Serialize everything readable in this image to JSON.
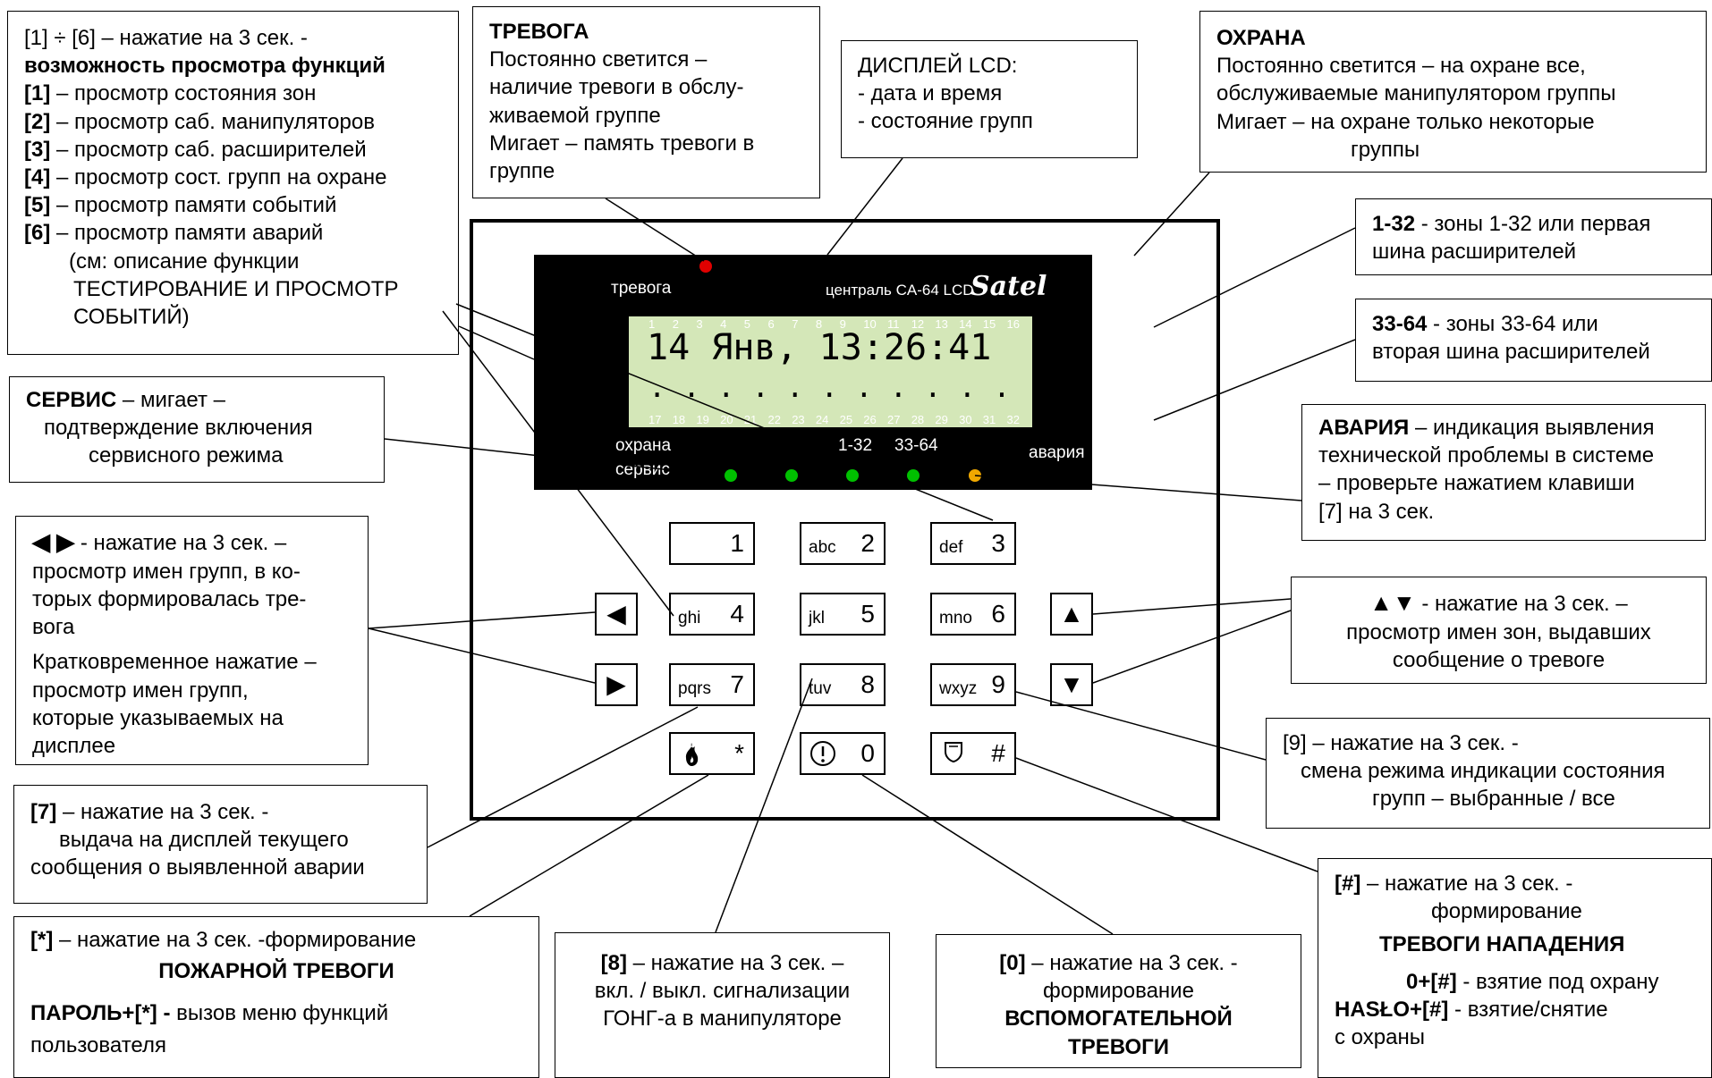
{
  "keypad": {
    "alarm_label": "тревога",
    "model_label": "централь CA-64 LCD",
    "brand": "Satel",
    "display_line1": "14 Янв, 13:26:41",
    "display_line2": ". . . . . . . . . . . . .",
    "zone_numbers_top": [
      "1",
      "2",
      "3",
      "4",
      "5",
      "6",
      "7",
      "8",
      "9",
      "10",
      "11",
      "12",
      "13",
      "14",
      "15",
      "16"
    ],
    "zone_numbers_bottom": [
      "17",
      "18",
      "19",
      "20",
      "21",
      "22",
      "23",
      "24",
      "25",
      "26",
      "27",
      "28",
      "29",
      "30",
      "31",
      "32"
    ],
    "guard_label": "охрана",
    "service_label": "сервис",
    "zones_1_32_label": "1-32",
    "zones_33_64_label": "33-64",
    "fault_label": "авария",
    "keys": [
      {
        "sub": "",
        "digit": "1"
      },
      {
        "sub": "abc",
        "digit": "2"
      },
      {
        "sub": "def",
        "digit": "3"
      },
      {
        "sub": "ghi",
        "digit": "4"
      },
      {
        "sub": "jkl",
        "digit": "5"
      },
      {
        "sub": "mno",
        "digit": "6"
      },
      {
        "sub": "pqrs",
        "digit": "7"
      },
      {
        "sub": "tuv",
        "digit": "8"
      },
      {
        "sub": "wxyz",
        "digit": "9"
      },
      {
        "sub": "",
        "digit": "*"
      },
      {
        "sub": "",
        "digit": "0"
      },
      {
        "sub": "",
        "digit": "#"
      }
    ],
    "led_colors": {
      "alarm": "#e00000",
      "green": "#00c000",
      "fault": "#f0a800"
    }
  },
  "callouts": {
    "functions": {
      "l1": "[1] ÷ [6] – нажатие на 3 сек. -",
      "l2": "возможность просмотра функций",
      "items": [
        {
          "k": "[1]",
          "t": " – просмотр состояния зон"
        },
        {
          "k": "[2]",
          "t": " – просмотр саб. манипуляторов"
        },
        {
          "k": "[3]",
          "t": " – просмотр саб. расширителей"
        },
        {
          "k": "[4]",
          "t": " – просмотр сост. групп на охране"
        },
        {
          "k": "[5]",
          "t": " – просмотр памяти событий"
        },
        {
          "k": "[6]",
          "t": " – просмотр памяти аварий"
        }
      ],
      "n1": "(см: описание функции",
      "n2": "ТЕСТИРОВАНИЕ И ПРОСМОТР",
      "n3": "СОБЫТИЙ)"
    },
    "alarm": {
      "title": "ТРЕВОГА",
      "l1": "Постоянно светится –",
      "l2": "наличие тревоги в обслу-",
      "l3": "живаемой группе",
      "l4": "Мигает – память тревоги в",
      "l5": "группе"
    },
    "display": {
      "title": "ДИСПЛЕЙ LCD:",
      "l1": "- дата и время",
      "l2": "- состояние групп"
    },
    "guard": {
      "title": "ОХРАНА",
      "l1": "Постоянно светится – на охране все,",
      "l2": "обслуживаемые манипулятором группы",
      "l3": "Мигает – на охране только некоторые",
      "l4": "группы"
    },
    "z1": {
      "k": "1-32",
      "t1": " - зоны 1-32 или первая",
      "t2": "шина расширителей"
    },
    "z2": {
      "k": "33-64",
      "t1": " - зоны 33-64 или",
      "t2": "вторая шина расширителей"
    },
    "service": {
      "k": "СЕРВИС",
      "t1": " – мигает –",
      "t2": "подтверждение включения",
      "t3": "сервисного режима"
    },
    "fault": {
      "k": "АВАРИЯ",
      "t1": " – индикация выявления",
      "t2": "технической проблемы в системе",
      "t3": "– проверьте нажатием клавиши",
      "t4": "[7] на 3 сек."
    },
    "lr": {
      "t1": " - нажатие на 3 сек. –",
      "t2": "просмотр имен групп, в ко-",
      "t3": "торых формировалась тре-",
      "t4": "вога",
      "t5": "Кратковременное нажатие –",
      "t6": "просмотр имен групп,",
      "t7": "которые   указываемых на",
      "t8": "дисплее"
    },
    "ud": {
      "t1": " - нажатие на 3 сек. –",
      "t2": "просмотр имен зон, выдавших",
      "t3": "сообщение о тревоге"
    },
    "k9": {
      "t1": "[9] – нажатие на 3 сек. -",
      "t2": "смена режима индикации состояния",
      "t3": "групп – выбранные / все"
    },
    "k7": {
      "k": "[7]",
      "t1": " – нажатие на 3 сек. -",
      "t2": "выдача на дисплей текущего",
      "t3": "сообщения о выявленной аварии"
    },
    "star": {
      "k": "[*]",
      "t1": " – нажатие на 3 сек. -формирование",
      "t2": "ПОЖАРНОЙ ТРЕВОГИ",
      "k2": "ПАРОЛЬ+[*] -",
      "t3": "  вызов меню функций",
      "t4": "пользователя"
    },
    "k8": {
      "k": "[8]",
      "t1": " – нажатие на 3 сек. –",
      "t2": "вкл. / выкл. сигнализации",
      "t3": "ГОНГ-а в манипуляторе"
    },
    "k0": {
      "k": "[0]",
      "t1": " – нажатие на 3 сек. -",
      "t2": "формирование",
      "t3": "ВСПОМОГАТЕЛЬНОЙ",
      "t4": "ТРЕВОГИ"
    },
    "hash": {
      "k": "[#]",
      "t1": " – нажатие на 3 сек. -",
      "t2": "формирование",
      "t3": "ТРЕВОГИ НАПАДЕНИЯ",
      "k2": "0+[#]",
      "t4": "  - взятие под охрану",
      "k3": "HASŁO+[#]",
      "t5": "  - взятие/снятие",
      "t6": "с охраны"
    }
  }
}
